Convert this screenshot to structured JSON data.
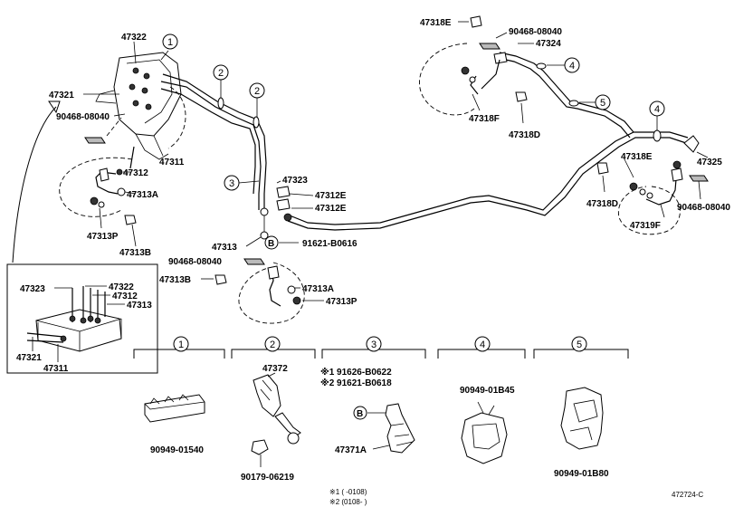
{
  "part_labels": {
    "p47322_top": "47322",
    "p47321_top": "47321",
    "p90468_top_left": "90468-08040",
    "p47311_top": "47311",
    "p47312_top": "47312",
    "p47313A_left": "47313A",
    "p47313P_left": "47313P",
    "p47313B_left": "47313B",
    "p47323_mid": "47323",
    "p47312E_a": "47312E",
    "p47312E_b": "47312E",
    "p47313_mid": "47313",
    "p91621": "91621-B0616",
    "p90468_mid": "90468-08040",
    "p47313B_mid": "47313B",
    "p47313A_mid": "47313A",
    "p47313P_mid": "47313P",
    "p47318E_top": "47318E",
    "p90468_top_right": "90468-08040",
    "p47324": "47324",
    "p47318F": "47318F",
    "p47318D_top": "47318D",
    "p47318E_right": "47318E",
    "p47325": "47325",
    "p47318D_right": "47318D",
    "p90468_right": "90468-08040",
    "p47319F": "47319F",
    "inset_47323": "47323",
    "inset_47322": "47322",
    "inset_47312": "47312",
    "inset_47313": "47313",
    "inset_47321": "47321",
    "inset_47311": "47311"
  },
  "callouts": {
    "c1_top": "1",
    "c2_a": "2",
    "c2_b": "2",
    "c3_mid": "3",
    "c4_top": "4",
    "c5": "5",
    "c4_right": "4",
    "b_mid": "B"
  },
  "clamp_groups": [
    {
      "num": "1",
      "parts": [
        "90949-01540"
      ]
    },
    {
      "num": "2",
      "parts": [
        "47372",
        "90179-06219"
      ]
    },
    {
      "num": "3",
      "parts": [
        "※1 91626-B0622",
        "※2 91621-B0618",
        "47371A"
      ]
    },
    {
      "num": "4",
      "parts": [
        "90949-01B45"
      ]
    },
    {
      "num": "5",
      "parts": [
        "90949-01B80"
      ]
    }
  ],
  "clamp_b_marker": "B",
  "footnotes": {
    "note1": "※1 (      -0108)",
    "note2": "※2 (0108-      )"
  },
  "figure_code": "472724-C"
}
